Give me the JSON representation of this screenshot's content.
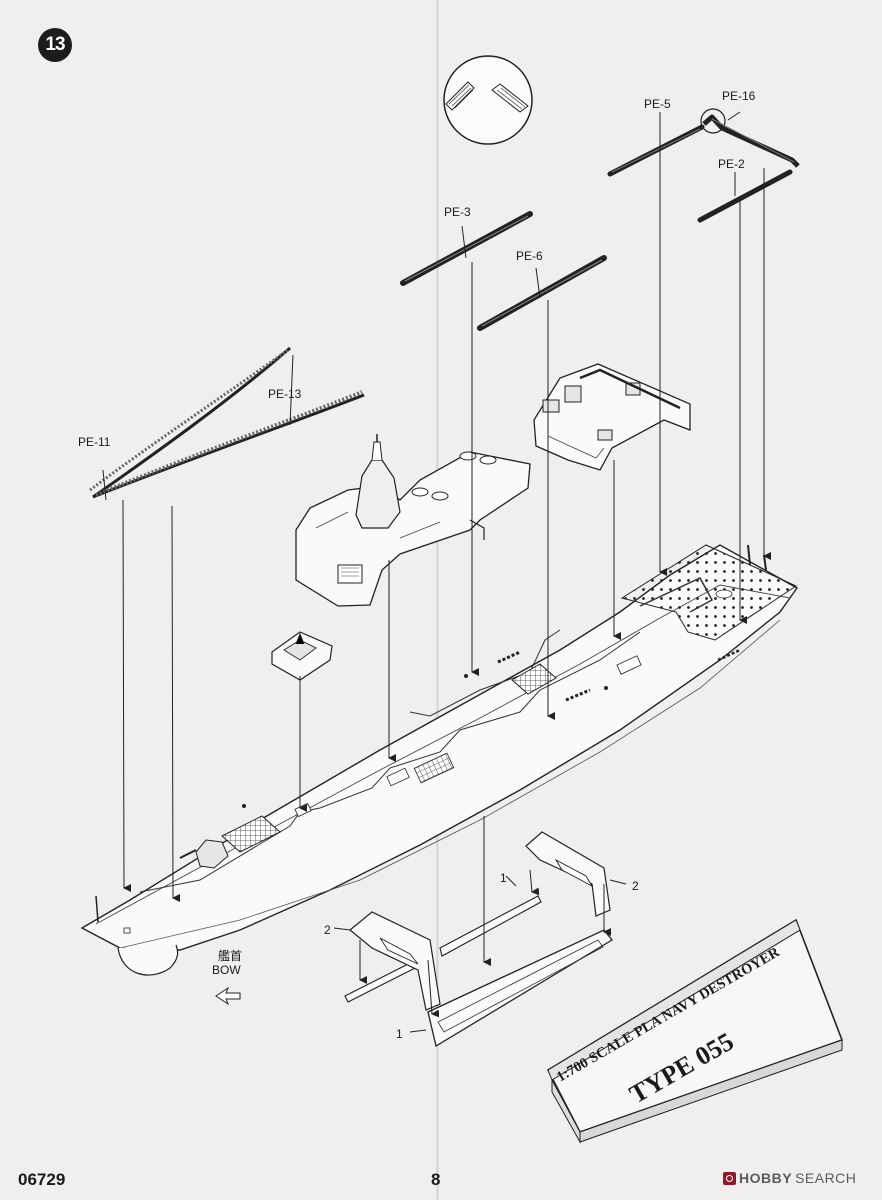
{
  "step": {
    "number": "13"
  },
  "parts": {
    "pe11": "PE-11",
    "pe13": "PE-13",
    "pe3": "PE-3",
    "pe6": "PE-6",
    "pe5": "PE-5",
    "pe16": "PE-16",
    "pe2": "PE-2",
    "stand1_left": "1",
    "stand1_right": "1",
    "stand2_left": "2",
    "stand2_right": "2"
  },
  "bow": {
    "chinese": "艦首",
    "english": "BOW"
  },
  "nameplate": {
    "line1": "1:700 SCALE PLA NAVY DESTROYER",
    "line2": "TYPE 055"
  },
  "footer": {
    "code": "06729",
    "page": "8",
    "watermark_a": "HOBBY",
    "watermark_b": "SEARCH"
  }
}
